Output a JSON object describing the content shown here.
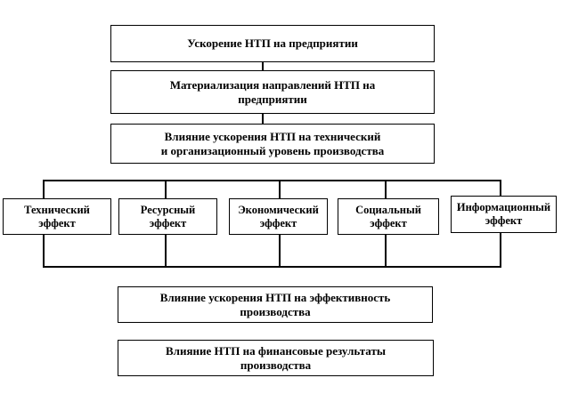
{
  "canvas": {
    "background": "#ffffff",
    "line_color": "#000000",
    "text_color": "#000000"
  },
  "diagram": {
    "top_chain": [
      {
        "lines": [
          "Ускорение НТП на предприятии"
        ]
      },
      {
        "lines": [
          "Материализация направлений НТП на",
          "предприятии"
        ]
      },
      {
        "lines": [
          "Влияние ускорения НТП на технический",
          "и организационный уровень производства"
        ]
      }
    ],
    "effects": [
      {
        "lines": [
          "Технический",
          "эффект"
        ]
      },
      {
        "lines": [
          "Ресурсный",
          "эффект"
        ]
      },
      {
        "lines": [
          "Экономический",
          "эффект"
        ]
      },
      {
        "lines": [
          "Социальный",
          "эффект"
        ]
      },
      {
        "lines": [
          "Информационный",
          "эффект"
        ]
      }
    ],
    "bottom_chain": [
      {
        "lines": [
          "Влияние ускорения НТП на эффективность",
          "производства"
        ]
      },
      {
        "lines": [
          "Влияние НТП на финансовые результаты",
          "производства"
        ]
      }
    ]
  }
}
